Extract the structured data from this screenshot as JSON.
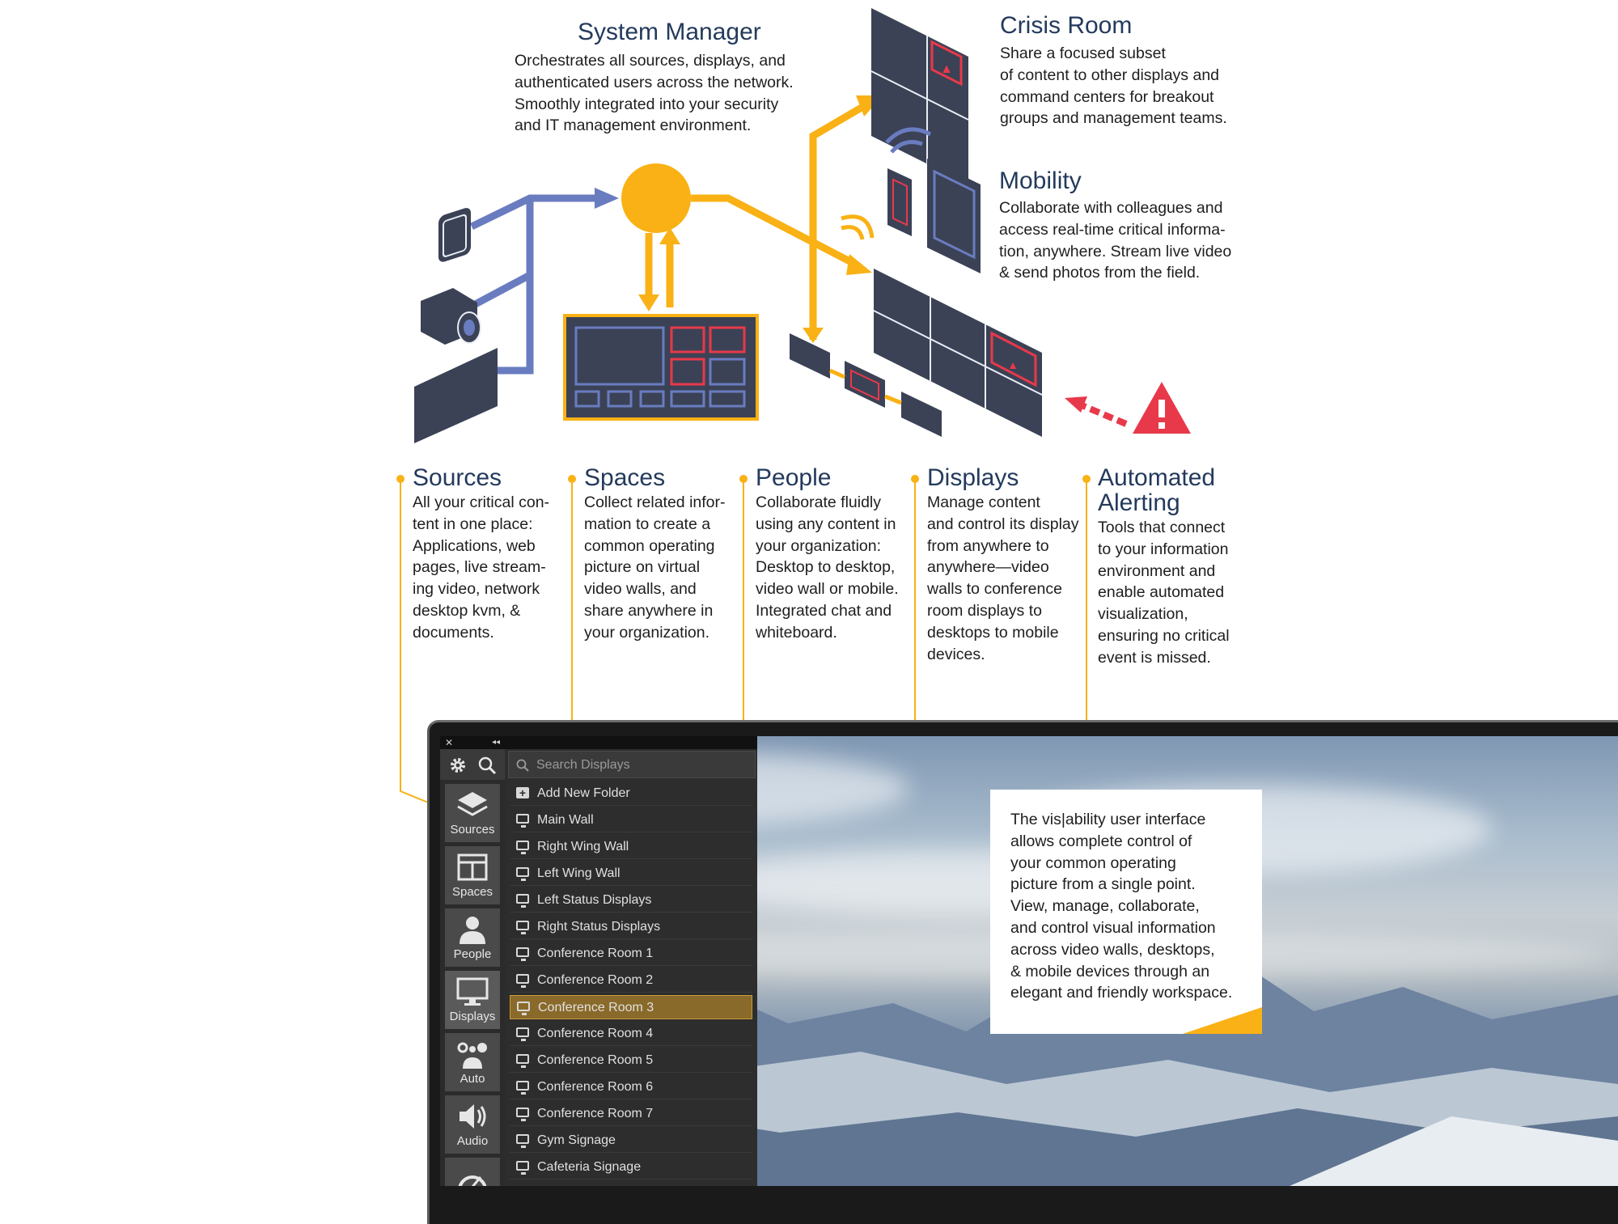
{
  "top": {
    "system_manager": {
      "title": "System Manager",
      "body": "Orchestrates all sources, displays, and\nauthenticated users across the network.\nSmoothly integrated into your security\nand IT management environment."
    },
    "crisis_room": {
      "title": "Crisis Room",
      "body": "Share a focused subset\nof content to other displays and\ncommand centers for breakout\ngroups and management teams."
    },
    "mobility": {
      "title": "Mobility",
      "body": "Collaborate with colleagues and\naccess real-time critical informa-\ntion, anywhere. Stream live video\n& send photos from the field."
    }
  },
  "columns": [
    {
      "title": "Sources",
      "body": "All your critical con-\ntent in one place:\nApplications, web\npages, live stream-\ning video, network\ndesktop kvm, &\ndocuments."
    },
    {
      "title": "Spaces",
      "body": "Collect related infor-\nmation to create a\ncommon operating\npicture on virtual\nvideo walls, and\nshare anywhere in\nyour organization."
    },
    {
      "title": "People",
      "body": "Collaborate fluidly\nusing any content in\nyour organization:\nDesktop to desktop,\nvideo wall or mobile.\nIntegrated chat and\nwhiteboard."
    },
    {
      "title": "Displays",
      "body": "Manage content\nand control its display\nfrom anywhere to\nanywhere—video\nwalls to conference\nroom displays to\ndesktops to mobile\ndevices."
    },
    {
      "title": "Automated\nAlerting",
      "body": "Tools that connect\nto your information\nenvironment and\nenable automated\nvisualization,\nensuring no critical\nevent is missed."
    }
  ],
  "app": {
    "close_glyph": "✕",
    "collapse_glyph": "◂◂",
    "search_placeholder": "Search Displays",
    "rail": [
      {
        "label": "Sources",
        "icon": "layers-icon"
      },
      {
        "label": "Spaces",
        "icon": "layout-icon"
      },
      {
        "label": "People",
        "icon": "person-icon"
      },
      {
        "label": "Displays",
        "icon": "monitor-icon"
      },
      {
        "label": "Auto",
        "icon": "auto-icon"
      },
      {
        "label": "Audio",
        "icon": "speaker-icon"
      }
    ],
    "add_folder": "Add New Folder",
    "displays": [
      "Main Wall",
      "Right Wing Wall",
      "Left Wing Wall",
      "Left Status Displays",
      "Right Status Displays",
      "Conference Room 1",
      "Conference Room 2",
      "Conference Room 3",
      "Conference Room 4",
      "Conference Room 5",
      "Conference Room 6",
      "Conference Room 7",
      "Gym Signage",
      "Cafeteria Signage"
    ],
    "selected_display": "Conference Room 3"
  },
  "callout": {
    "text": "The vis|ability user interface\nallows complete control of\nyour common operating\npicture from a single point.\nView, manage, collaborate,\nand control visual information\nacross video walls, desktops,\n& mobile devices through an\nelegant and friendly workspace."
  },
  "colors": {
    "accent": "#f9b115",
    "navy": "#3b4256",
    "panel_blue": "#6a7cc0",
    "alert_red": "#e8394a",
    "title_blue": "#233a5c"
  }
}
